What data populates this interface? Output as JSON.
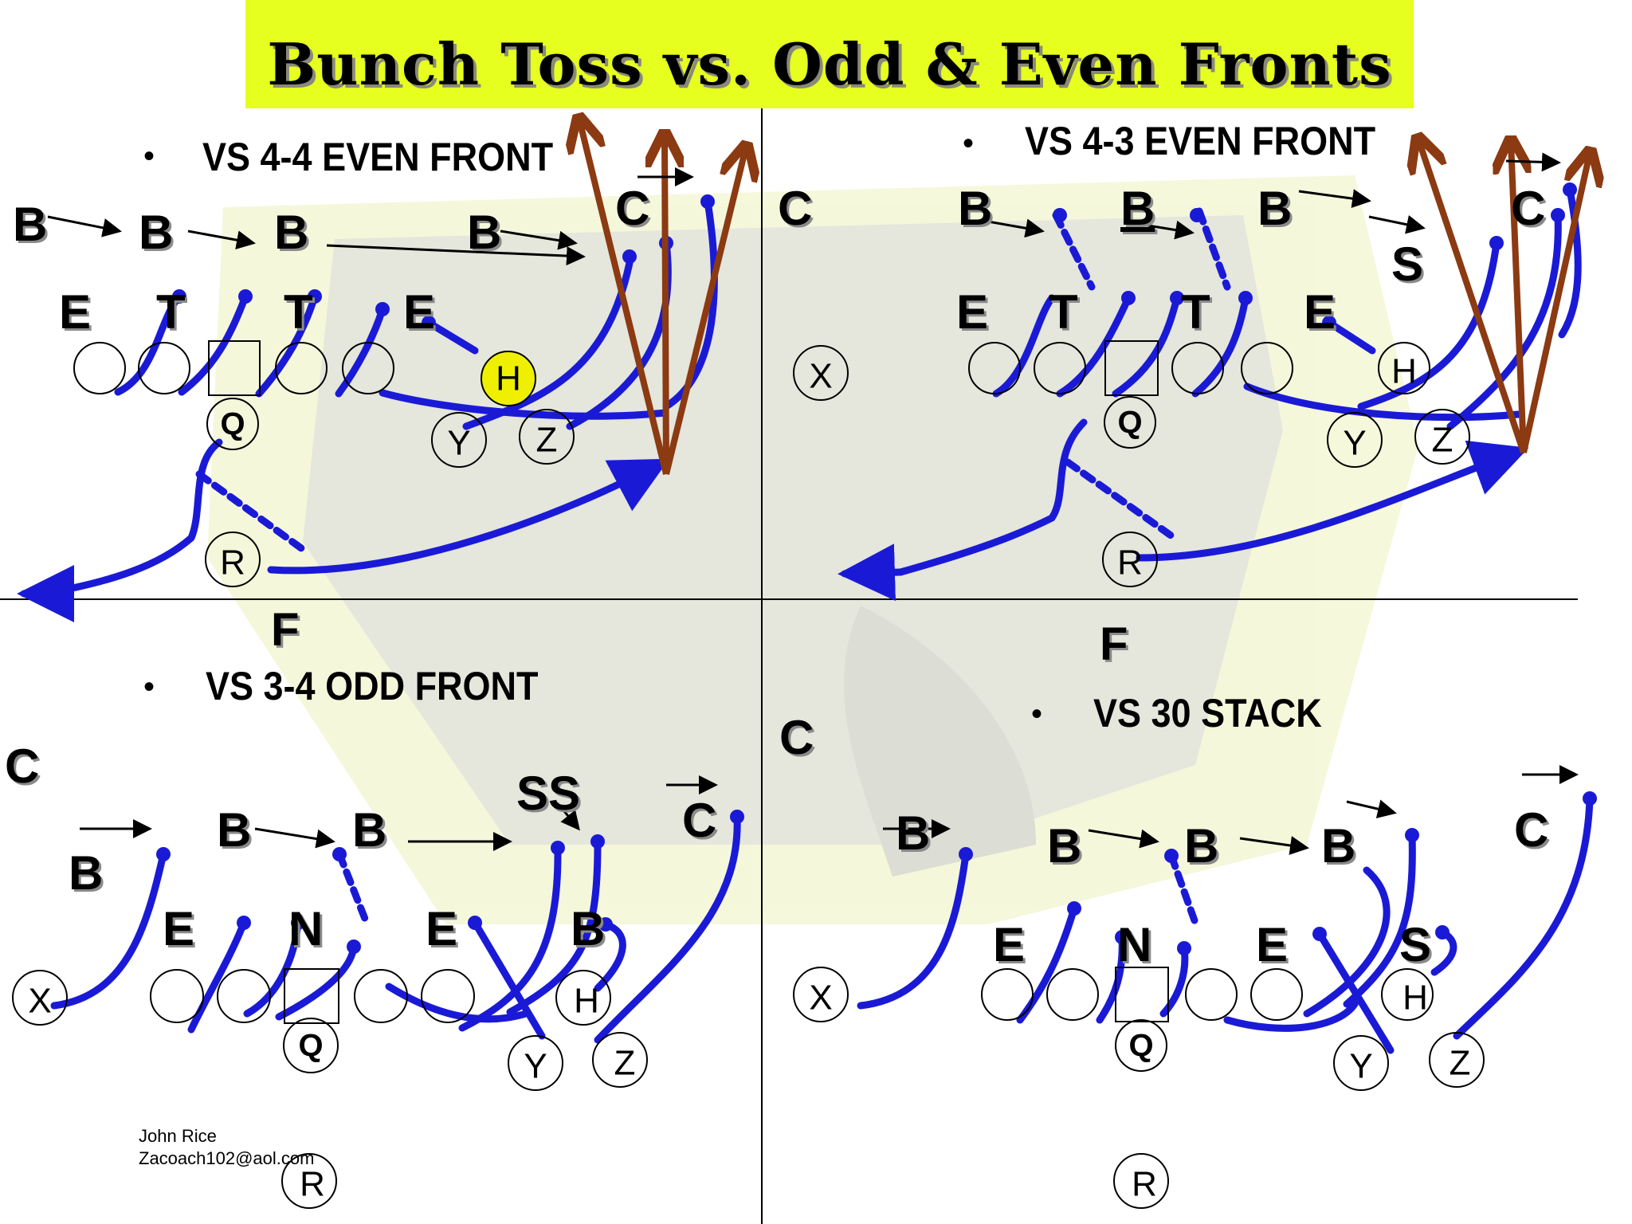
{
  "title": "Bunch Toss vs. Odd & Even Fronts",
  "colors": {
    "title_bg": "#e6ff1f",
    "route": "#1a1ad6",
    "defender_arrow": "#8b3a12",
    "highlight": "#eef000"
  },
  "quadrants": {
    "top_left": {
      "heading": "VS 4-4 EVEN FRONT",
      "icons": [
        "bullet-icon"
      ]
    },
    "top_right": {
      "heading": "VS 4-3 EVEN FRONT"
    },
    "bottom_left": {
      "heading": "VS 3-4 ODD FRONT"
    },
    "bottom_right": {
      "heading": "VS 30 STACK"
    }
  },
  "labels": {
    "b": "B",
    "c": "C",
    "e": "E",
    "t": "T",
    "s": "S",
    "ss": "SS",
    "f": "F",
    "n": "N"
  },
  "players": {
    "x": "X",
    "q": "Q",
    "h": "H",
    "y": "Y",
    "z": "Z",
    "r": "R"
  },
  "credit": {
    "name": "John Rice",
    "email": "Zacoach102@aol.com"
  }
}
